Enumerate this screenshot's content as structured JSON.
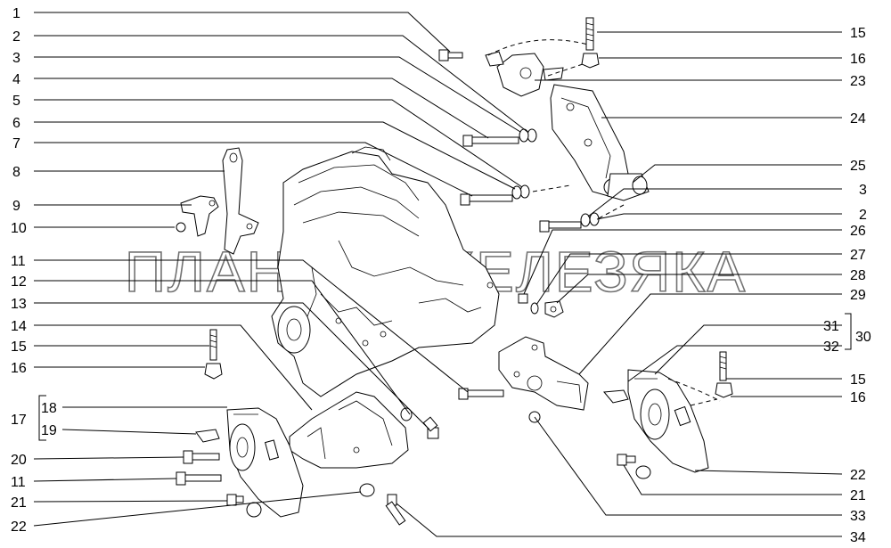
{
  "watermark": "ПЛАНЕТА ЖЕЛЕЗЯКА",
  "callouts": [
    {
      "id": "l1",
      "text": "1"
    },
    {
      "id": "l2a",
      "text": "2"
    },
    {
      "id": "l3a",
      "text": "3"
    },
    {
      "id": "l4",
      "text": "4"
    },
    {
      "id": "l5",
      "text": "5"
    },
    {
      "id": "l6",
      "text": "6"
    },
    {
      "id": "l7",
      "text": "7"
    },
    {
      "id": "l8",
      "text": "8"
    },
    {
      "id": "l9",
      "text": "9"
    },
    {
      "id": "l10",
      "text": "10"
    },
    {
      "id": "l11a",
      "text": "11"
    },
    {
      "id": "l12",
      "text": "12"
    },
    {
      "id": "l13",
      "text": "13"
    },
    {
      "id": "l14",
      "text": "14"
    },
    {
      "id": "l15a",
      "text": "15"
    },
    {
      "id": "l16a",
      "text": "16"
    },
    {
      "id": "l18",
      "text": "18"
    },
    {
      "id": "l17",
      "text": "17"
    },
    {
      "id": "l19",
      "text": "19"
    },
    {
      "id": "l20",
      "text": "20"
    },
    {
      "id": "l11b",
      "text": "11"
    },
    {
      "id": "l21a",
      "text": "21"
    },
    {
      "id": "l22a",
      "text": "22"
    },
    {
      "id": "r15a",
      "text": "15"
    },
    {
      "id": "r16a",
      "text": "16"
    },
    {
      "id": "r23",
      "text": "23"
    },
    {
      "id": "r24",
      "text": "24"
    },
    {
      "id": "r25",
      "text": "25"
    },
    {
      "id": "r3",
      "text": "3"
    },
    {
      "id": "r2",
      "text": "2"
    },
    {
      "id": "r26",
      "text": "26"
    },
    {
      "id": "r27",
      "text": "27"
    },
    {
      "id": "r28",
      "text": "28"
    },
    {
      "id": "r29",
      "text": "29"
    },
    {
      "id": "r31",
      "text": "31"
    },
    {
      "id": "r30",
      "text": "30"
    },
    {
      "id": "r32",
      "text": "32"
    },
    {
      "id": "r15b",
      "text": "15"
    },
    {
      "id": "r16b",
      "text": "16"
    },
    {
      "id": "r22",
      "text": "22"
    },
    {
      "id": "r21",
      "text": "21"
    },
    {
      "id": "r33",
      "text": "33"
    },
    {
      "id": "r34",
      "text": "34"
    }
  ]
}
